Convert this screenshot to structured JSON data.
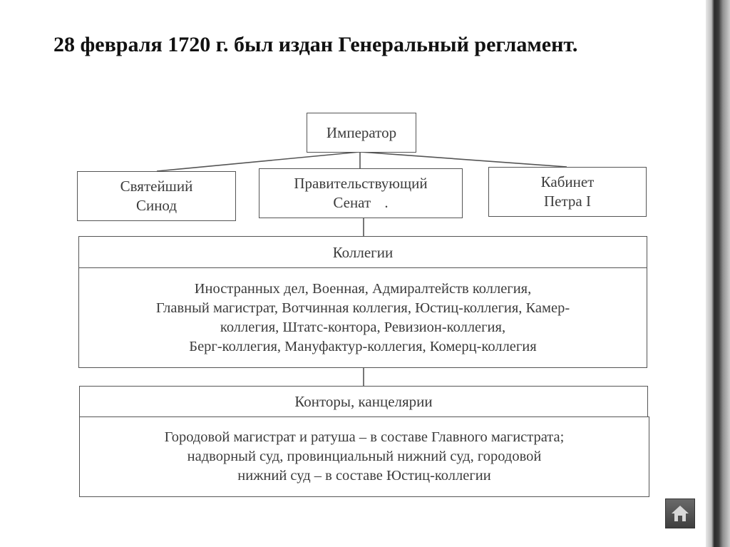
{
  "title": "28 февраля 1720 г. был издан Генеральный регламент.",
  "diagram": {
    "emperor": "Император",
    "synod": [
      "Святейший",
      "Синод"
    ],
    "senate": [
      "Правительствующий",
      "Сенат",
      "."
    ],
    "cabinet": [
      "Кабинет",
      "Петра I"
    ],
    "collegia_title": "Коллегии",
    "collegia_body": [
      "Иностранных дел, Военная, Адмиралтейств коллегия,",
      "Главный магистрат, Вотчинная коллегия, Юстиц-коллегия, Камер-",
      "коллегия, Штатс-контора, Ревизион-коллегия,",
      "Берг-коллегия, Мануфактур-коллегия, Комерц-коллегия"
    ],
    "offices_title": "Конторы, канцелярии",
    "offices_body": [
      "Городовой магистрат и ратуша – в составе Главного магистрата;",
      "надворный суд, провинциальный нижний суд, городовой",
      "нижний суд – в составе Юстиц-коллегии"
    ]
  },
  "nav": {
    "home_icon": "home-icon",
    "icon_color": "#e0e0e0",
    "button_color": "#4d4d4d"
  }
}
